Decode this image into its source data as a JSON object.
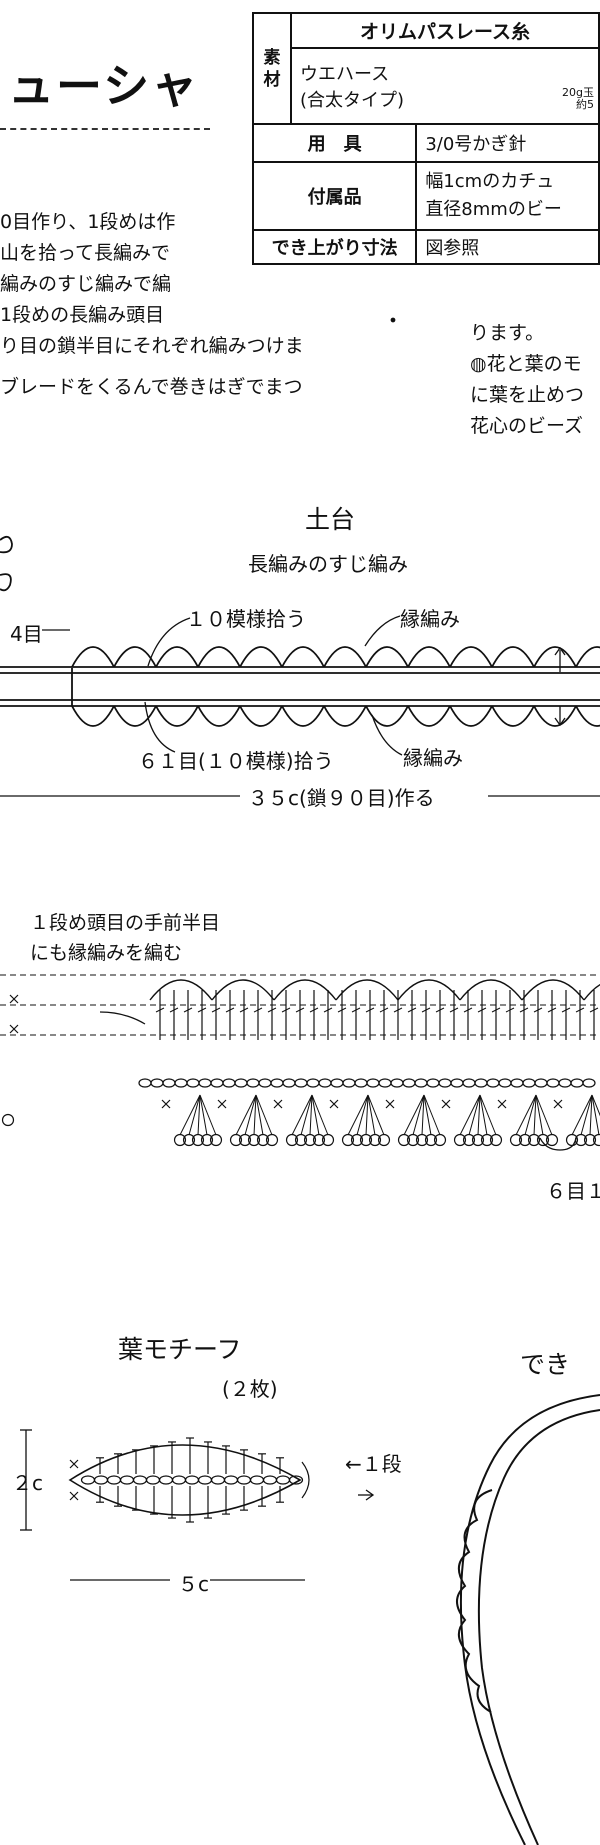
{
  "header": {
    "title": "ューシャ"
  },
  "materials": {
    "col_label": "素材",
    "yarn_name": "オリムパスレース糸",
    "yarn_line1": "ウエハース",
    "yarn_line2": "(合太タイプ)",
    "amount_line1": "20g玉",
    "amount_line2": "約5",
    "tools_label": "用　具",
    "tools_value": "3/0号かぎ針",
    "accessories_label": "付属品",
    "accessories_line1": "幅1cmのカチュ",
    "accessories_line2": "直径8mmのビー",
    "size_label": "でき上がり寸法",
    "size_value": "図参照"
  },
  "instructions": {
    "left_lines": [
      "0目作り、1段めは作",
      "山を拾って長編みで",
      "編みのすじ編みで編",
      "1段めの長編み頭目",
      "り目の鎖半目にそれぞれ編みつけま",
      "",
      "ブレードをくるんで巻きはぎでまつ"
    ],
    "right_lines": [
      "ります。",
      "◍花と葉のモ",
      "に葉を止めつ",
      "花心のビーズ"
    ]
  },
  "base": {
    "title": "土台",
    "subtitle": "長編みのすじ編み",
    "left_count": "4目",
    "pickup_top": "１０模様拾う",
    "edging_top": "縁編み",
    "pickup_bottom": "６１目(１０模様)拾う",
    "edging_bottom": "縁編み",
    "foundation": "３５c(鎖９０目)作る"
  },
  "chart": {
    "note_line1": "１段め頭目の手前半目",
    "note_line2": "にも縁編みを編む",
    "repeat_label": "６目１"
  },
  "leaf": {
    "title": "葉モチーフ",
    "count": "(２枚)",
    "height": "２c",
    "row_label": "←１段",
    "width": "５c"
  },
  "finished": {
    "title": "でき"
  }
}
